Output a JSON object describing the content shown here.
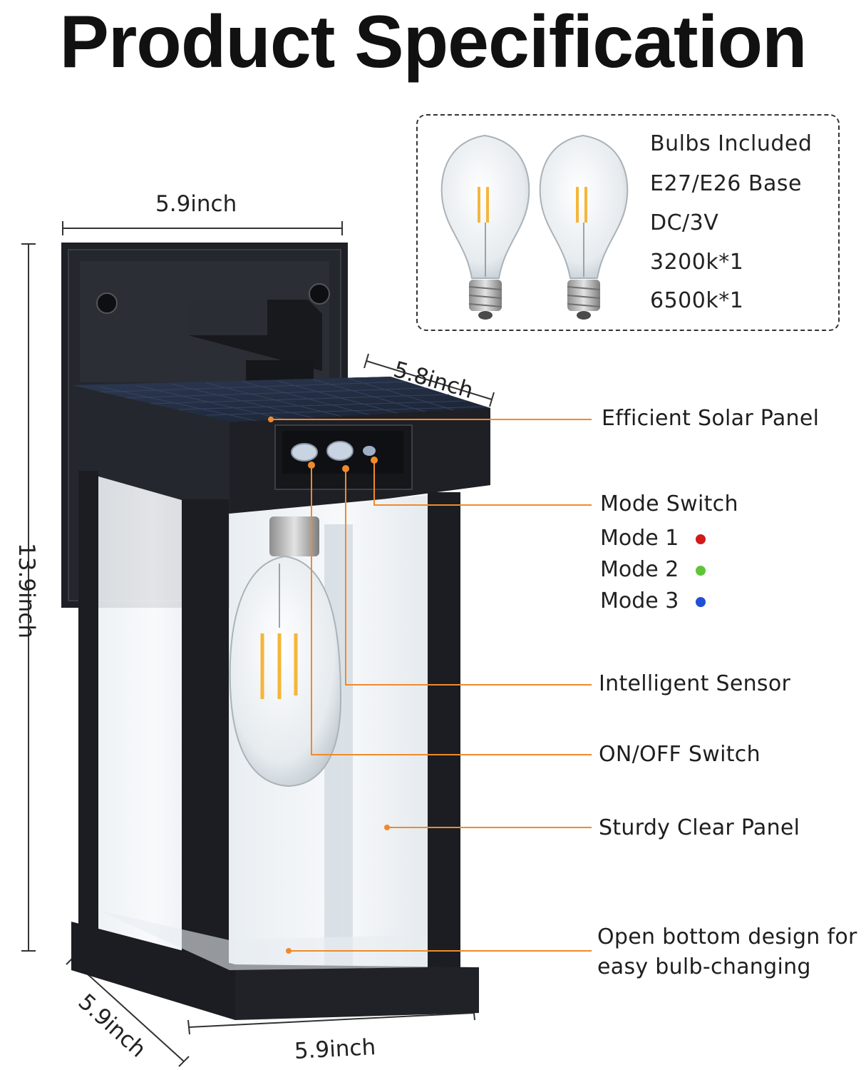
{
  "page_title": "Product Specification",
  "bulbs_box": {
    "lines": [
      "Bulbs Included",
      "E27/E26 Base",
      "DC/3V",
      "3200k*1",
      "6500k*1"
    ]
  },
  "dimensions": {
    "top_width": "5.9inch",
    "top_depth": "5.8inch",
    "height": "13.9inch",
    "bottom_depth": "5.9inch",
    "bottom_width": "5.9inch"
  },
  "callouts": {
    "solar_panel": "Efficient Solar Panel",
    "mode_switch": "Mode Switch",
    "modes": [
      {
        "label": "Mode 1",
        "color": "#d11a1a"
      },
      {
        "label": "Mode 2",
        "color": "#5fc43a"
      },
      {
        "label": "Mode 3",
        "color": "#1f4fd6"
      }
    ],
    "sensor": "Intelligent Sensor",
    "on_off": "ON/OFF Switch",
    "clear_panel": "Sturdy Clear Panel",
    "open_bottom_line1": "Open bottom design for",
    "open_bottom_line2": "easy bulb-changing"
  },
  "colors": {
    "leader_line": "#f08a2a",
    "fixture": "#1b1d22"
  }
}
